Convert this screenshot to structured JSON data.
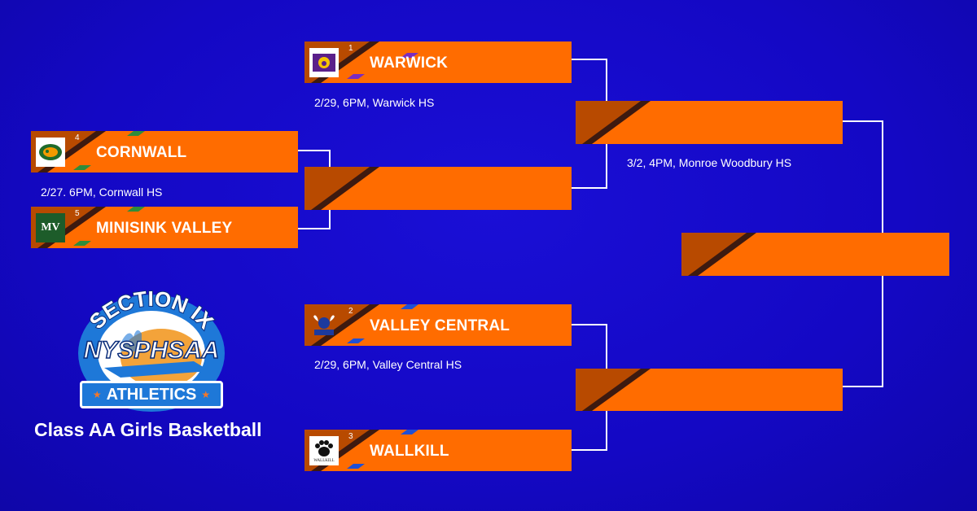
{
  "teams": {
    "warwick": {
      "seed": "1",
      "name": "WARWICK"
    },
    "valley_central": {
      "seed": "2",
      "name": "VALLEY CENTRAL"
    },
    "wallkill": {
      "seed": "3",
      "name": "WALLKILL",
      "logo_text": "WALLKILL"
    },
    "cornwall": {
      "seed": "4",
      "name": "CORNWALL"
    },
    "minisink": {
      "seed": "5",
      "name": "MINISINK VALLEY",
      "logo_text": "MV"
    }
  },
  "games": {
    "g1": "2/27. 6PM, Cornwall HS",
    "g2": "2/29, 6PM, Warwick HS",
    "g3": "2/29, 6PM, Valley Central HS",
    "g4": "3/2, 4PM, Monroe Woodbury HS"
  },
  "badge": {
    "top": "SECTION IX",
    "middle": "NYSPHSAA",
    "bottom": "ATHLETICS"
  },
  "event_title": "Class AA Girls Basketball",
  "colors": {
    "background": "#1408c4",
    "slot": "#ff6c00",
    "slot_dark": "#b84a00",
    "line": "#ffffff"
  },
  "icons": {
    "warwick": "wildcat-paw-logo",
    "valley_central": "vikings-logo",
    "wallkill": "paw-print-logo",
    "cornwall": "dragon-logo",
    "minisink": "mv-logo"
  }
}
